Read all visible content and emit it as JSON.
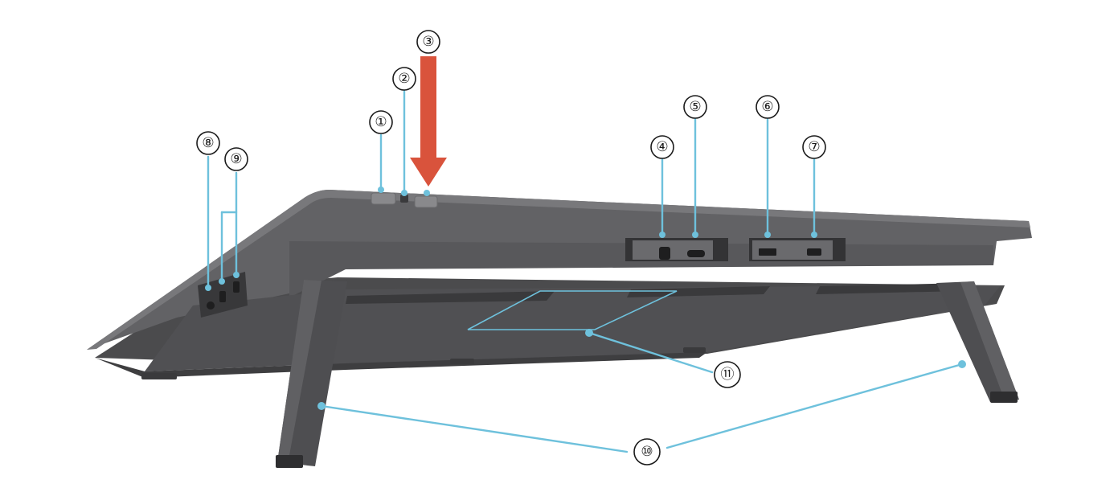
{
  "callouts": [
    {
      "id": "1",
      "label": "①"
    },
    {
      "id": "2",
      "label": "②"
    },
    {
      "id": "3",
      "label": "③"
    },
    {
      "id": "4",
      "label": "④"
    },
    {
      "id": "5",
      "label": "⑤"
    },
    {
      "id": "6",
      "label": "⑥"
    },
    {
      "id": "7",
      "label": "⑦"
    },
    {
      "id": "8",
      "label": "⑧"
    },
    {
      "id": "9",
      "label": "⑨"
    },
    {
      "id": "10",
      "label": "⑩"
    },
    {
      "id": "11",
      "label": "⑪"
    }
  ],
  "colors": {
    "body_dark": "#4a4a4c",
    "body_mid": "#5b5b5e",
    "body_light": "#6d6d70",
    "port_dark": "#2e2e30",
    "leader_line": "#6ec1dc",
    "arrow": "#d9533c",
    "background": "#ffffff"
  }
}
